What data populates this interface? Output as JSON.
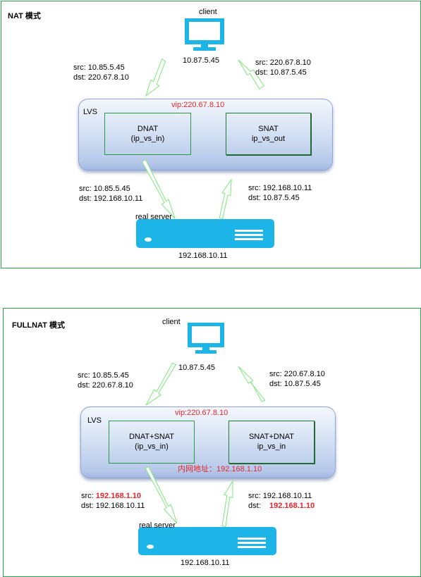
{
  "nat": {
    "title": "NAT 模式",
    "client_label": "client",
    "client_ip": "10.87.5.45",
    "req_src": "src: 10.85.5.45",
    "req_dst": "dst:   220.67.8.10",
    "resp_src": "src: 220.67.8.10",
    "resp_dst": "dst:   10.87.5.45",
    "lvs_label": "LVS",
    "vip": "vip:220.67.8.10",
    "box_left_line1": "DNAT",
    "box_left_line2": "(ip_vs_in)",
    "box_right_line1": "SNAT",
    "box_right_line2": "ip_vs_out",
    "down_src": "src: 10.85.5.45",
    "down_dst": "dst: 192.168.10.11",
    "up_src": "src: 192.168.10.11",
    "up_dst": "dst:   10.87.5.45",
    "server_label": "real server",
    "server_ip": "192.168.10.11"
  },
  "fullnat": {
    "title": "FULLNAT 模式",
    "client_label": "client",
    "client_ip": "10.87.5.45",
    "req_src": "src: 10.85.5.45",
    "req_dst": "dst:   220.67.8.10",
    "resp_src": "src: 220.67.8.10",
    "resp_dst": "dst:   10.87.5.45",
    "lvs_label": "LVS",
    "vip": "vip:220.67.8.10",
    "box_left_line1": "DNAT+SNAT",
    "box_left_line2": "(ip_vs_in)",
    "box_right_line1": "SNAT+DNAT",
    "box_right_line2": "ip_vs_in",
    "inner_addr": "内网地址：192.168.1.10",
    "down_src_key": "src:",
    "down_src_val": "192.168.1.10",
    "down_dst": "dst: 192.168.10.11",
    "up_src": "src: 192.168.10.11",
    "up_dst_key": "dst:",
    "up_dst_val": "192.168.1.10",
    "server_label": "real server",
    "server_ip": "192.168.10.11"
  },
  "colors": {
    "panel_border": "#2e9e4f",
    "device_blue": "#1db5e8",
    "arrow_outline": "#7ce87c",
    "highlight_red": "#e5252a"
  },
  "icons": {
    "client": "monitor-icon",
    "server": "server-icon",
    "flow": "flow-arrow-icon"
  }
}
